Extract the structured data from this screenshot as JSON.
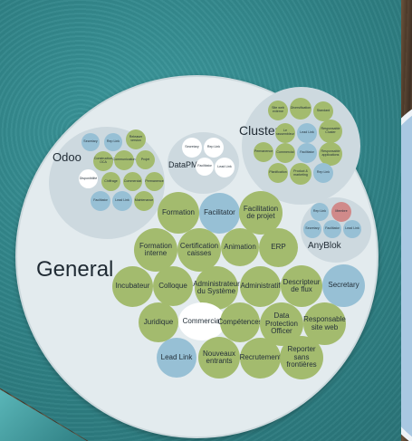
{
  "circles": {
    "general": {
      "label": "General"
    },
    "odoo": {
      "label": "Odoo"
    },
    "datapme": {
      "label": "DataPME"
    },
    "cluster": {
      "label": "Cluster"
    },
    "anyblok": {
      "label": "AnyBlok"
    }
  },
  "general_roles": {
    "formation": "Formation",
    "facilitator": "Facilitator",
    "facilitation_projet": "Facilitation de projet",
    "formation_interne": "Formation interne",
    "certification_caisses": "Certification caisses",
    "animation": "Animation",
    "erp": "ERP",
    "incubateur": "Incubateur",
    "colloque": "Colloque",
    "administrateur_systeme": "Administrateur du Système",
    "administratif": "Administratif",
    "descripteur_flux": "Descripteur de flux",
    "secretary": "Secretary",
    "juridique": "Juridique",
    "commercial": "Commercial",
    "competences": "Compétences",
    "dpo": "Data Protection Officer",
    "responsable_web": "Responsable site web",
    "lead_link": "Lead Link",
    "nouveaux_entrants": "Nouveaux entrants",
    "recrutement": "Recrutement",
    "reporter_sans_frontieres": "Reporter sans frontières"
  },
  "odoo_roles": {
    "secretary": "Secretary",
    "rep_link": "Rep Link",
    "releaser": "Releaser version",
    "construction": "Construction OCA",
    "communication": "Communication",
    "projet": "Projet",
    "disponibilite": "Disponibilité",
    "chiffrage": "Chiffrage",
    "commercial": "Commercial",
    "permanence": "Permanence",
    "facilitator": "Facilitator",
    "lead_link": "Lead Link",
    "maintenance": "Maintenance"
  },
  "datapme_roles": {
    "secretary": "Secretary",
    "rep_link": "Rep Link",
    "facilitator": "Facilitator",
    "lead_link": "Lead Link"
  },
  "cluster_roles": {
    "site_web_externe": "Site web externe",
    "diversification": "Diversification",
    "standard": "Standard",
    "le_rassembleur": "Le rassembleur",
    "lead_link": "Lead Link",
    "responsable_cluster": "Responsable Cluster",
    "permanence": "Permanence",
    "commercial": "Commercial",
    "facilitator": "Facilitator",
    "responsable_applications": "Responsable applications",
    "planification": "Planification",
    "product_marketing": "Product & marketing",
    "rep_link": "Rep Link"
  },
  "anyblok_roles": {
    "rep_link": "Rep Link",
    "membre": "Membre",
    "secretary": "Secretary",
    "facilitator": "Facilitator",
    "lead_link": "Lead Link"
  },
  "colors": {
    "role_green": "#a3bb6e",
    "role_blue": "#97c0d5",
    "role_white": "#ffffff",
    "role_red": "#d08a8a",
    "panel_teal": "#2f8185"
  }
}
